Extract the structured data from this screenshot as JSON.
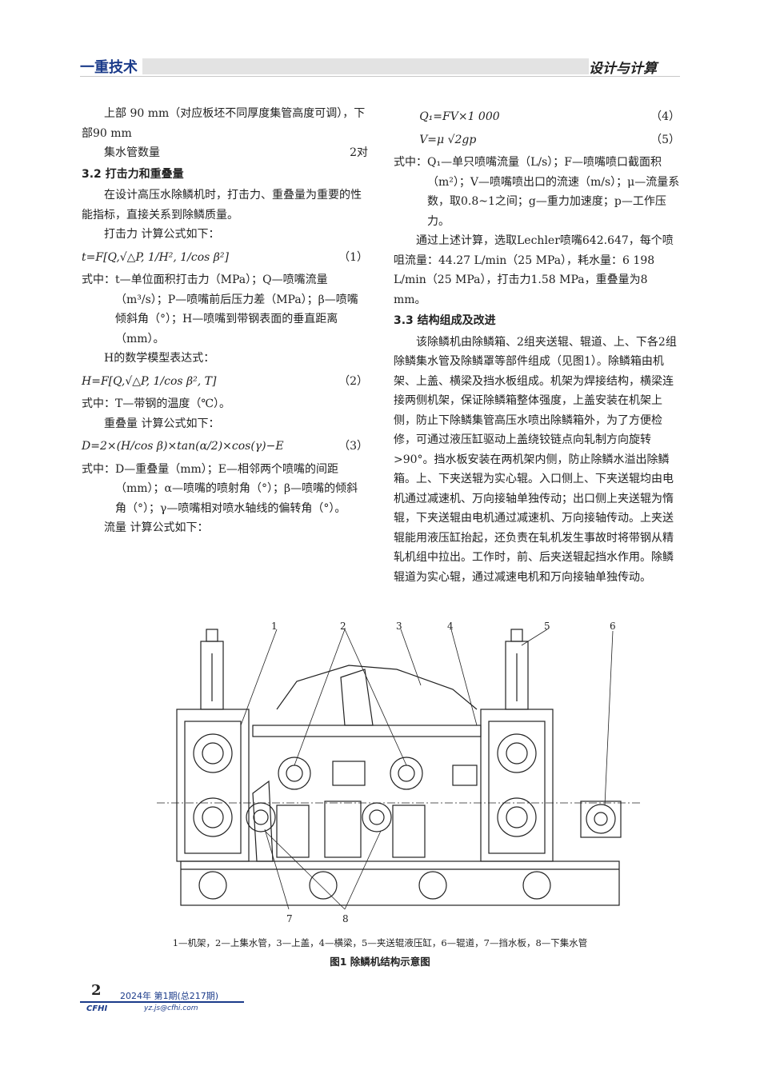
{
  "header": {
    "journal": "一重技术",
    "section": "设计与计算"
  },
  "left": {
    "p1": "上部  90 mm（对应板坯不同厚度集管高度可调），下部90 mm",
    "count_label": "集水管数量",
    "count_value": "2对",
    "sec32": "3.2  打击力和重叠量",
    "p2": "在设计高压水除鳞机时，打击力、重叠量为重要的性能指标，直接关系到除鳞质量。",
    "p3": "打击力  计算公式如下：",
    "eq1": "t=F[Q,√△P, 1/H², 1/cos β²]",
    "eq1_no": "（1）",
    "w1": "式中：t—单位面积打击力（MPa）；Q—喷嘴流量（m³/s）；P—喷嘴前后压力差（MPa）；β—喷嘴倾斜角（°）；H—喷嘴到带钢表面的垂直距离（mm）。",
    "p4": "H的数学模型表达式：",
    "eq2": "H=F[Q,√△P, 1/cos β², T]",
    "eq2_no": "（2）",
    "w2": "式中：T—带钢的温度（℃）。",
    "p5": "重叠量  计算公式如下：",
    "eq3": "D=2×(H/cos β)×tan(α/2)×cos(γ)−E",
    "eq3_no": "（3）",
    "w3": "式中：D—重叠量（mm）；E—相邻两个喷嘴的间距（mm）；α—喷嘴的喷射角（°）；β—喷嘴的倾斜角（°）；γ—喷嘴相对喷水轴线的偏转角（°）。",
    "p6": "流量  计算公式如下："
  },
  "right": {
    "eq4": "Q₁=FV×1 000",
    "eq4_no": "（4）",
    "eq5": "V=μ √2gp",
    "eq5_no": "（5）",
    "w4": "式中：Q₁—单只喷嘴流量（L/s）；F—喷嘴喷口截面积（m²）；V—喷嘴喷出口的流速（m/s）；μ—流量系数，取0.8~1之间；g—重力加速度；p—工作压力。",
    "p7": "通过上述计算，选取Lechler喷嘴642.647，每个喷咀流量：44.27 L/min（25 MPa），耗水量：6 198 L/min（25 MPa），打击力1.58 MPa，重叠量为8 mm。",
    "sec33": "3.3  结构组成及改进",
    "p8": "该除鳞机由除鳞箱、2组夹送辊、辊道、上、下各2组除鳞集水管及除鳞罩等部件组成（见图1）。除鳞箱由机架、上盖、横梁及挡水板组成。机架为焊接结构，横梁连接两侧机架，保证除鳞箱整体强度，上盖安装在机架上侧，防止下除鳞集管高压水喷出除鳞箱外，为了方便检修，可通过液压缸驱动上盖绕铰链点向轧制方向旋转>90°。挡水板安装在两机架内侧，防止除鳞水溢出除鳞箱。上、下夹送辊为实心辊。入口侧上、下夹送辊均由电机通过减速机、万向接轴单独传动；出口侧上夹送辊为惰辊，下夹送辊由电机通过减速机、万向接轴传动。上夹送辊能用液压缸抬起，还负责在轧机发生事故时将带钢从精轧机组中拉出。工作时，前、后夹送辊起挡水作用。除鳞辊道为实心辊，通过减速电机和万向接轴单独传动。"
  },
  "figure": {
    "callouts": [
      "1",
      "2",
      "3",
      "4",
      "5",
      "6",
      "7",
      "8"
    ],
    "legend": "1—机架，2—上集水管，3—上盖，4—横梁，5—夹送辊液压缸，6—辊道，7—挡水板，8—下集水管",
    "title": "图1  除鳞机结构示意图"
  },
  "footer": {
    "page": "2",
    "issue": "2024年 第1期(总217期)",
    "logo": "CFHI",
    "email": "yz.js@cfhi.com"
  }
}
